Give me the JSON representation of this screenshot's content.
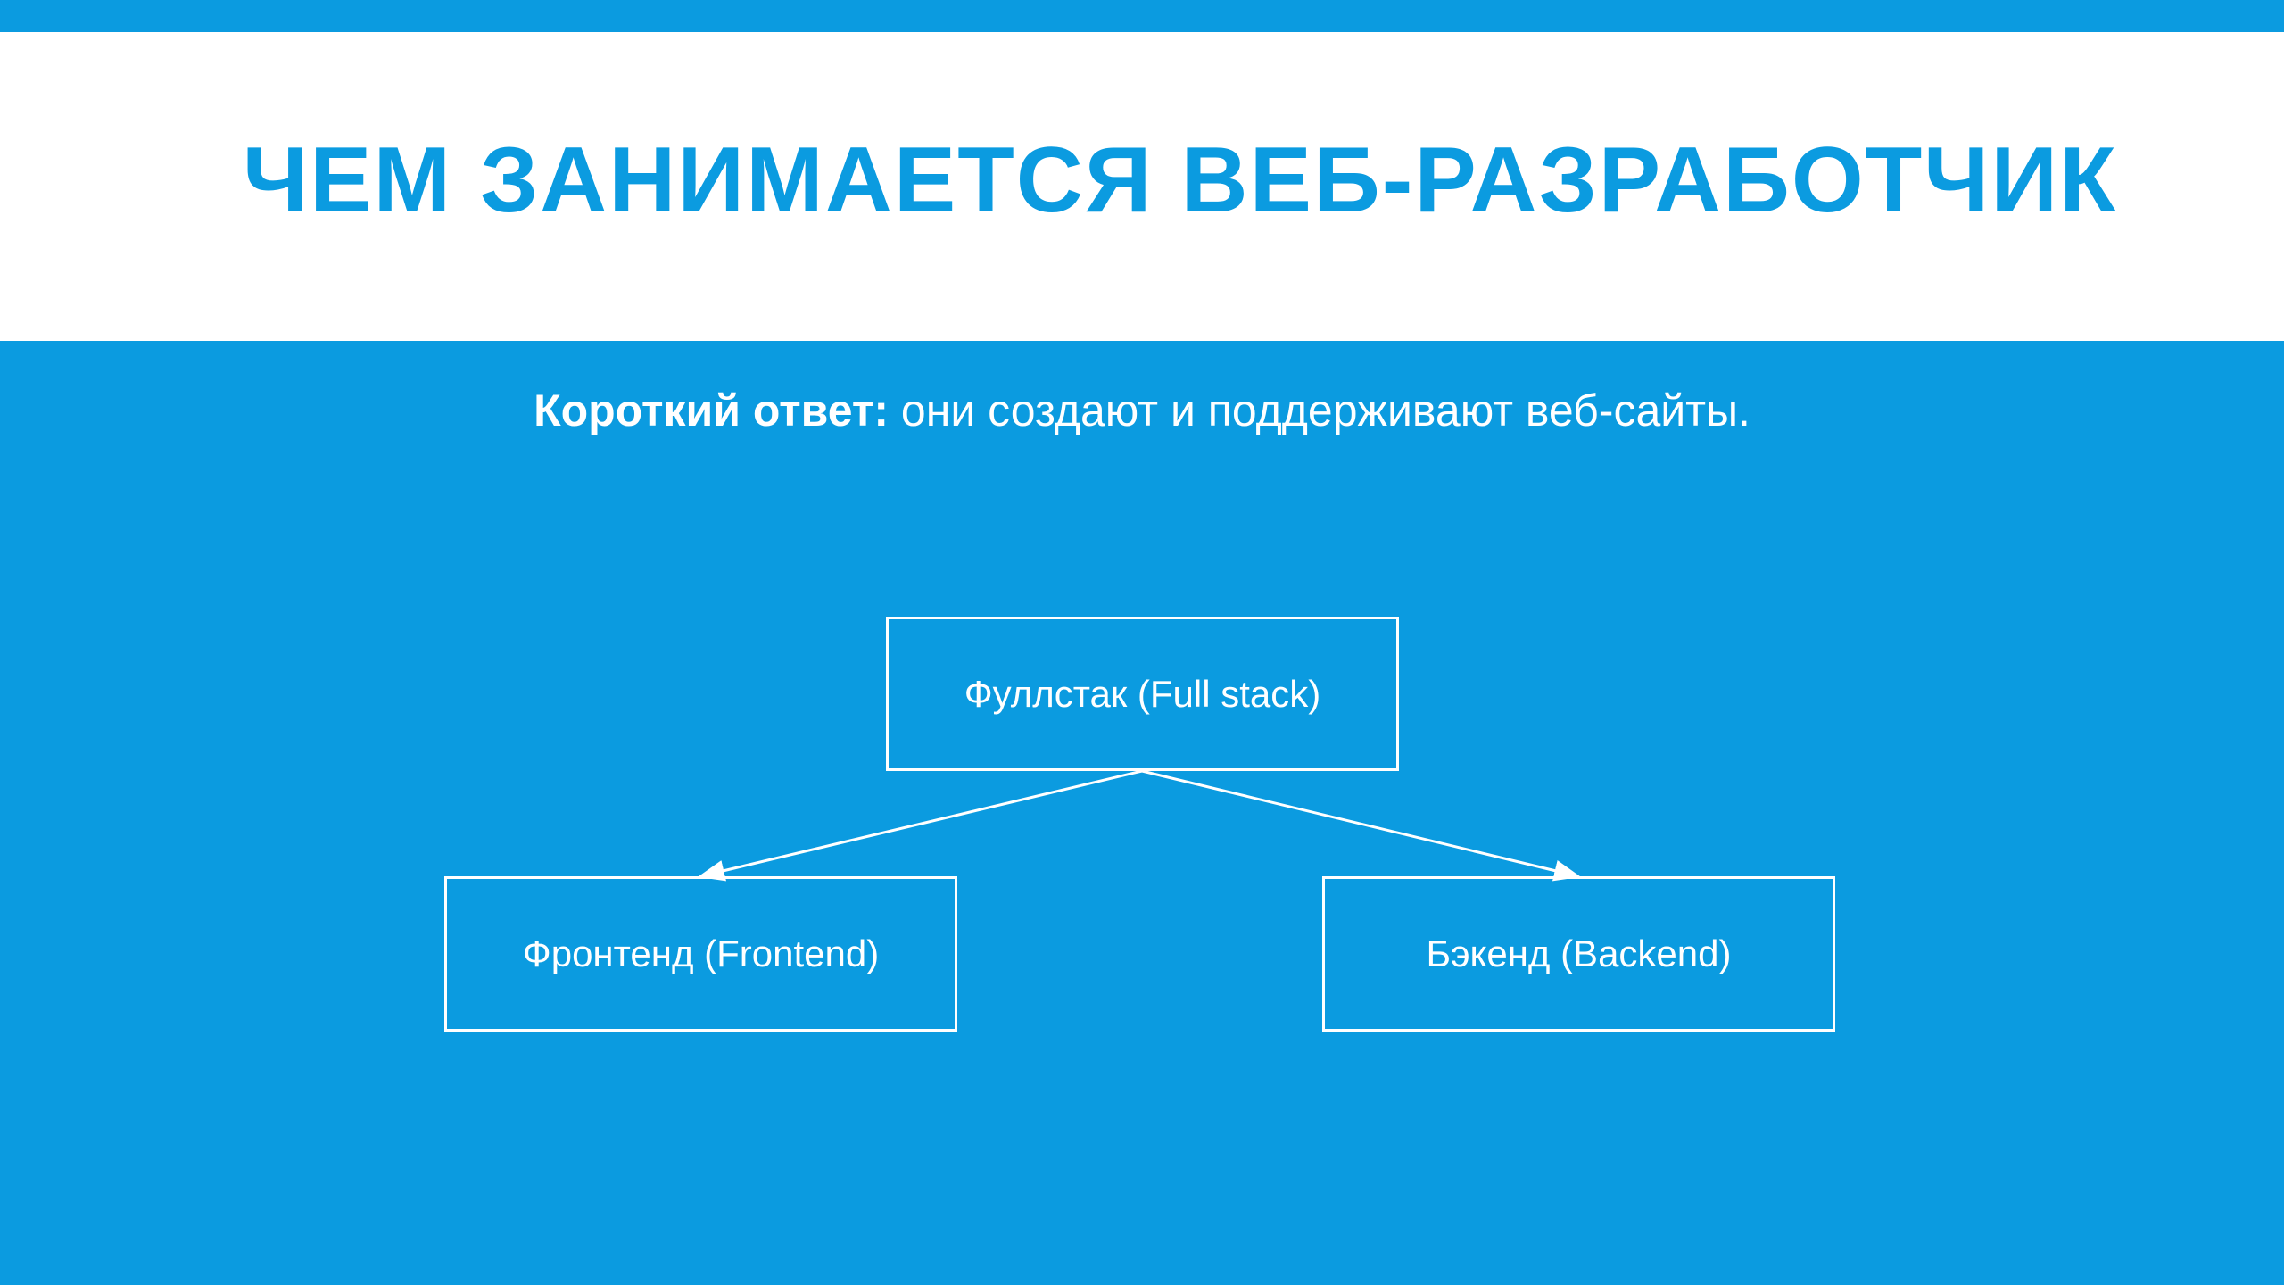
{
  "slide": {
    "title": "ЧЕМ ЗАНИМАЕТСЯ ВЕБ-РАЗРАБОТЧИК",
    "subtitle_lead": "Короткий ответ:",
    "subtitle_text": " они создают и поддерживают веб-сайты."
  },
  "diagram": {
    "nodes": {
      "top": "Фуллстак (Full stack)",
      "left": "Фронтенд (Frontend)",
      "right": "Бэкенд (Backend)"
    },
    "edges": [
      {
        "from": "top",
        "to": "left"
      },
      {
        "from": "top",
        "to": "right"
      }
    ]
  },
  "colors": {
    "accent": "#0b9be0",
    "header_background": "#ffffff",
    "node_border": "#ffffff",
    "text_light": "#ffffff"
  }
}
